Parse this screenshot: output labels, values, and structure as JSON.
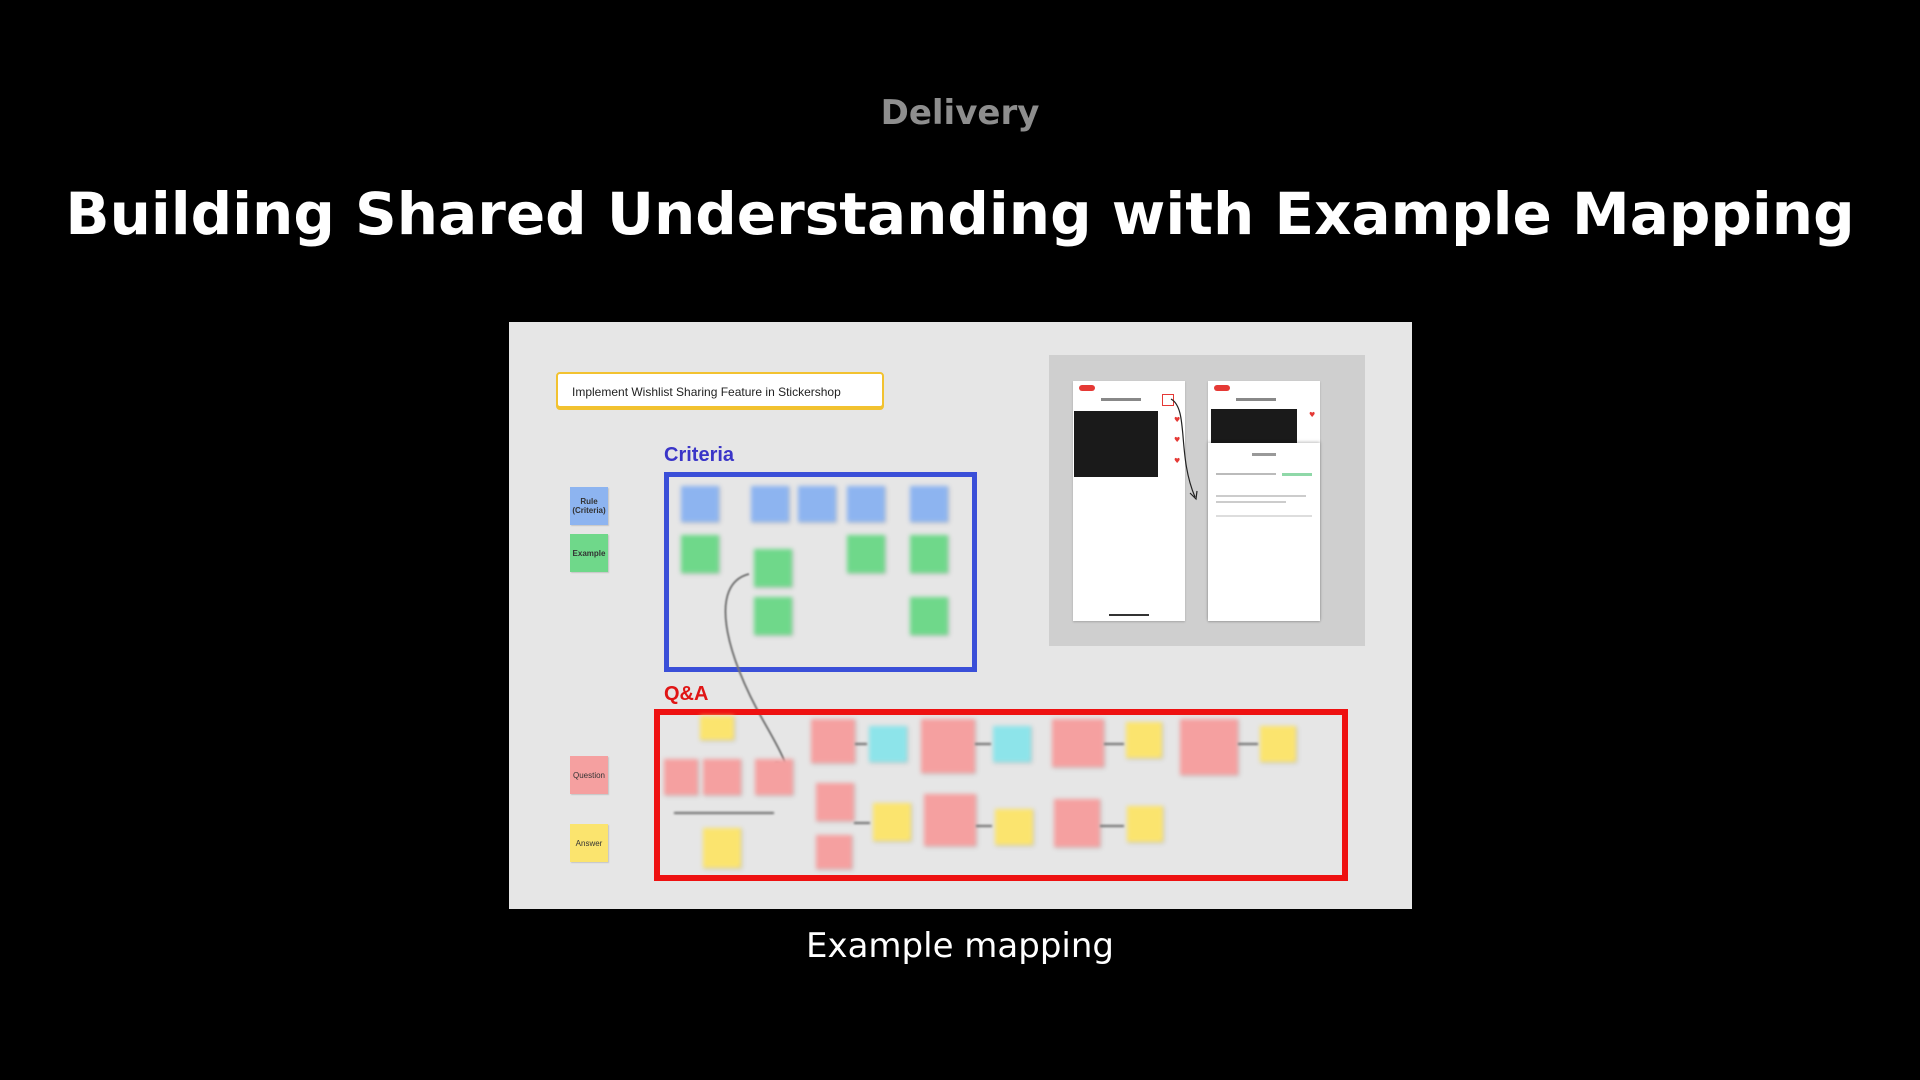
{
  "slide": {
    "section": "Delivery",
    "title": "Building Shared Understanding with Example Mapping",
    "caption": "Example mapping"
  },
  "board": {
    "feature_card": "Implement Wishlist Sharing Feature in Stickershop",
    "criteria_label": "Criteria",
    "qa_label": "Q&A",
    "legend": {
      "rule": "Rule (Criteria)",
      "example": "Example",
      "question": "Question",
      "answer": "Answer"
    },
    "colors": {
      "rule": "#8db4f0",
      "example": "#6fd88a",
      "question": "#f5a0a0",
      "answer": "#fbe46e",
      "info": "#8de4ea",
      "criteria_border": "#3a4fd8",
      "qa_border": "#ee1111",
      "feature_border": "#f2c230"
    }
  }
}
